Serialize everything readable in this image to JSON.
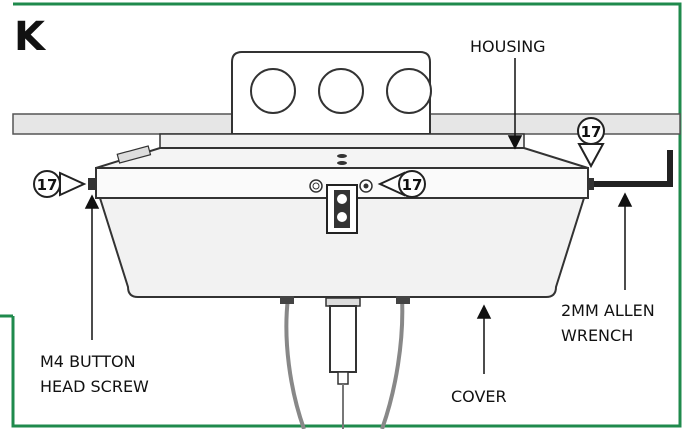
{
  "panel": {
    "letter": "K",
    "border_color": "#1f8a4c"
  },
  "callouts": {
    "housing": "HOUSING",
    "screw_line1": "M4 BUTTON",
    "screw_line2": "HEAD SCREW",
    "wrench_line1": "2MM ALLEN",
    "wrench_line2": "WRENCH",
    "cover": "COVER"
  },
  "step_markers": [
    "17",
    "17",
    "17"
  ]
}
